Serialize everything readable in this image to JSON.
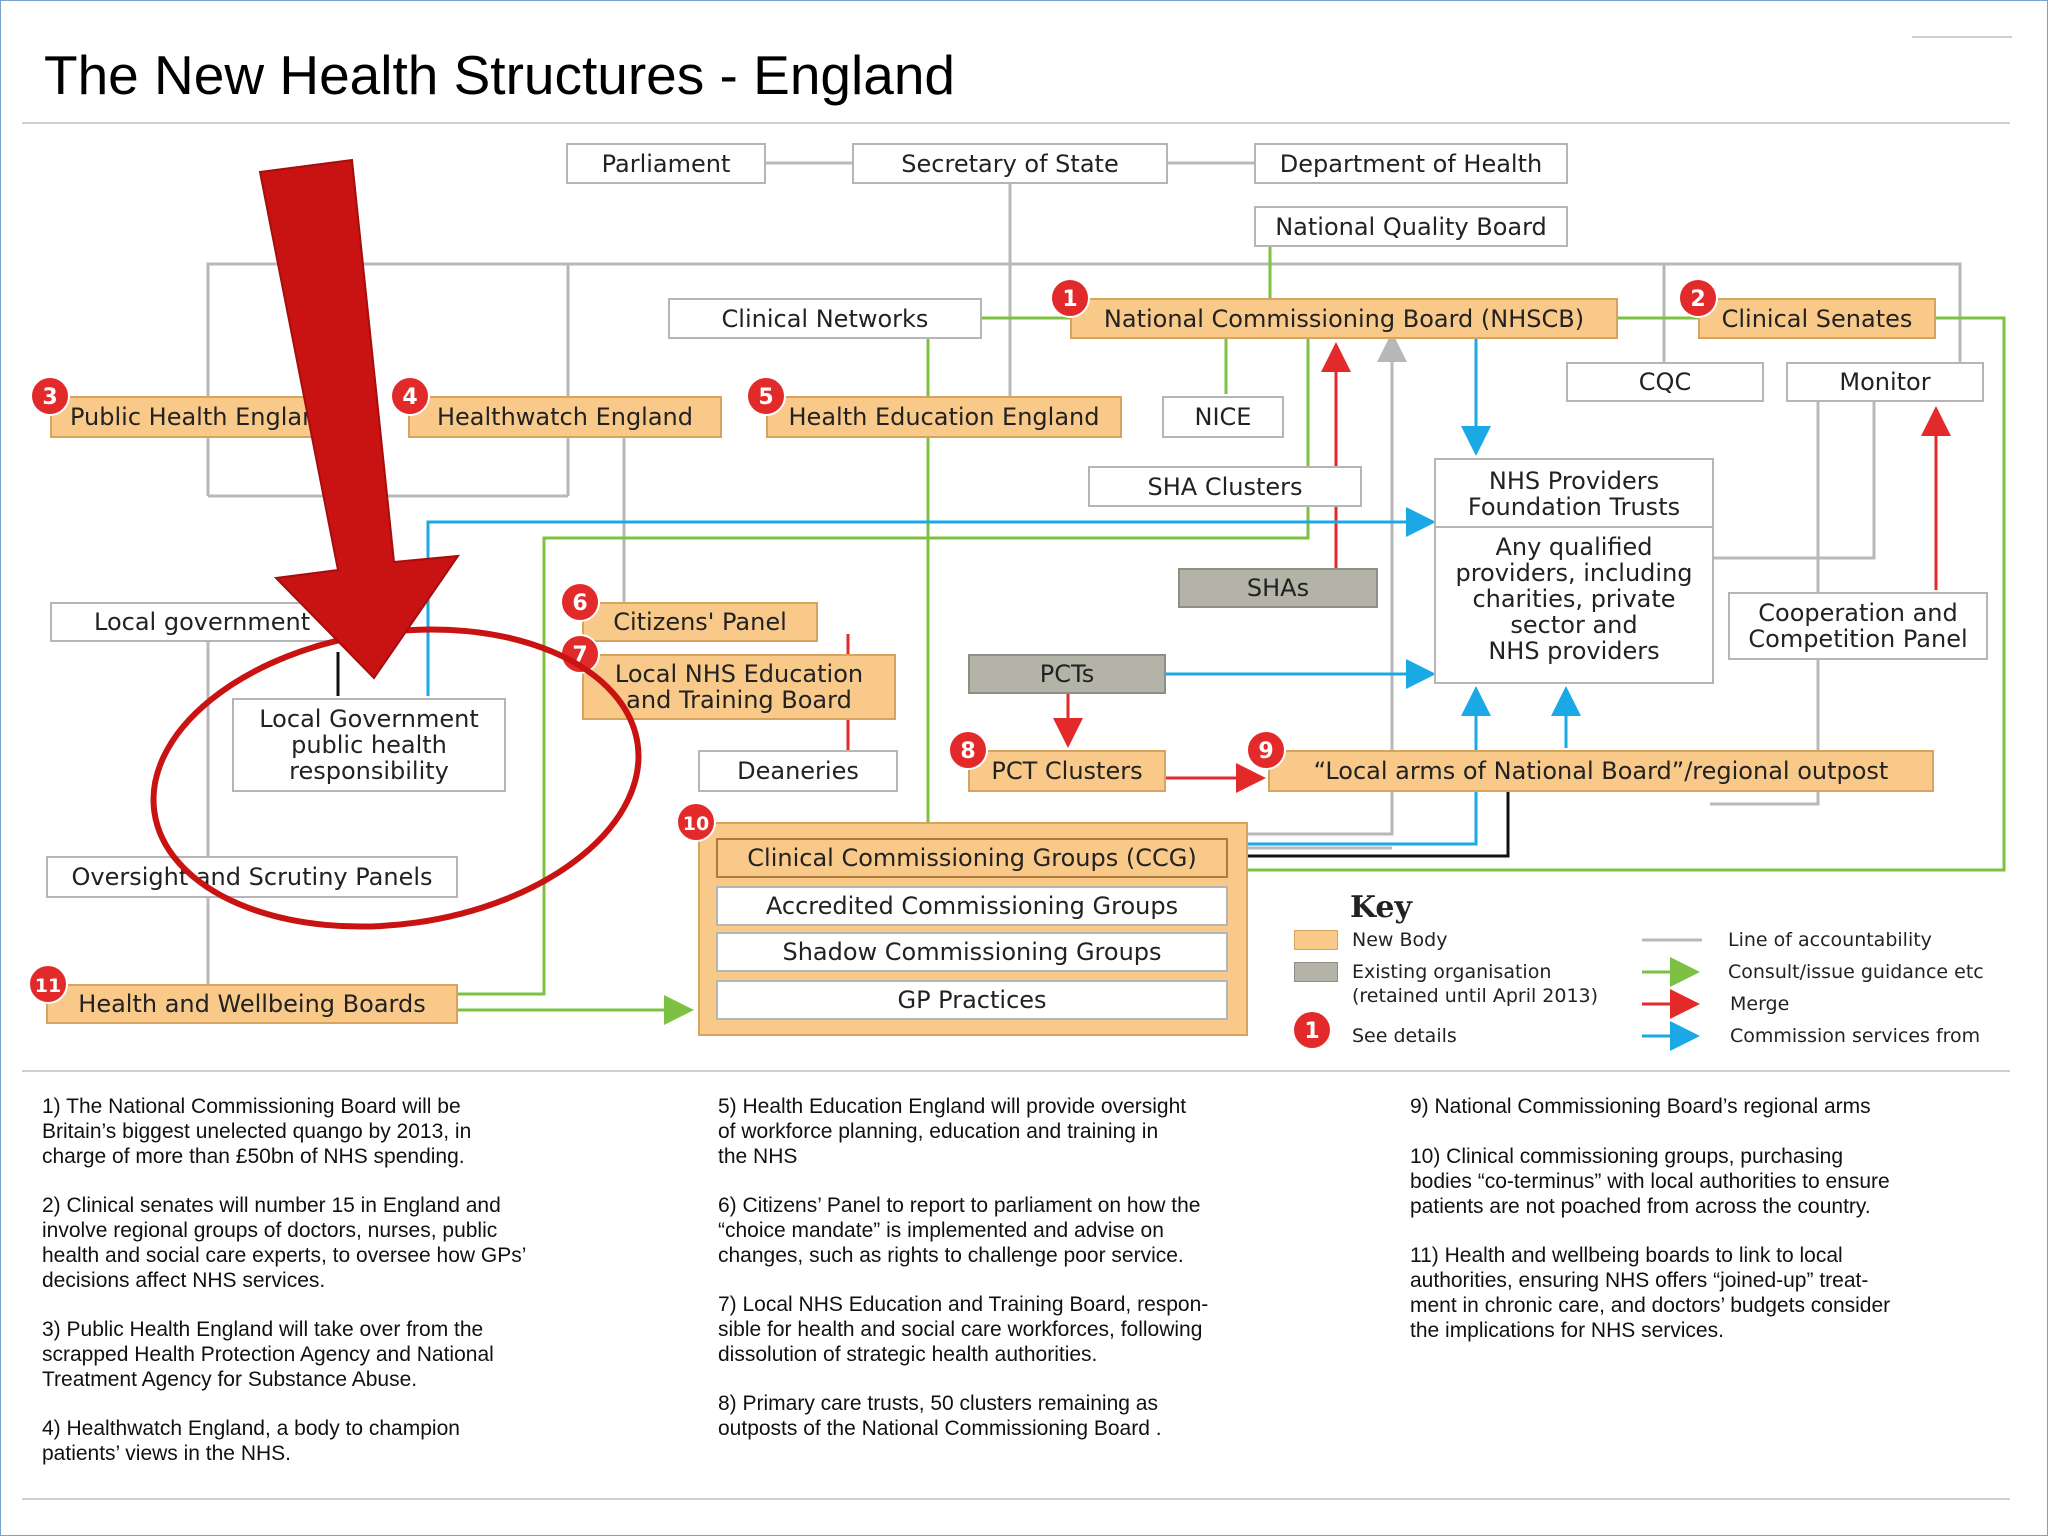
{
  "title": "The New Health Structures - England",
  "nodes": {
    "parliament": "Parliament",
    "secretary_of_state": "Secretary of State",
    "department_of_health": "Department of Health",
    "national_quality_board": "National Quality Board",
    "clinical_networks": "Clinical Networks",
    "nhscb": "National Commissioning Board (NHSCB)",
    "clinical_senates": "Clinical Senates",
    "public_health_england": "Public Health England",
    "healthwatch_england": "Healthwatch England",
    "health_education_england": "Health Education England",
    "nice": "NICE",
    "cqc": "CQC",
    "monitor": "Monitor",
    "sha_clusters": "SHA Clusters",
    "nhs_providers_top": "NHS Providers\nFoundation Trusts",
    "nhs_providers_bottom": "Any qualified\nproviders, including\ncharities, private\nsector and\nNHS providers",
    "shas": "SHAs",
    "local_government": "Local government",
    "local_gov_ph": "Local Government\npublic health\nresponsibility",
    "citizens_panel": "Citizens' Panel",
    "local_nhs_etb": "Local NHS Education\nand Training Board",
    "pcts": "PCTs",
    "cooperation_panel": "Cooperation and\nCompetition Panel",
    "deaneries": "Deaneries",
    "pct_clusters": "PCT Clusters",
    "local_arms": "“Local arms of National Board”/regional outpost",
    "oversight_panels": "Oversight and Scrutiny Panels",
    "ccg": "Clinical Commissioning Groups (CCG)",
    "accredited_cg": "Accredited Commissioning Groups",
    "shadow_cg": "Shadow Commissioning Groups",
    "gp_practices": "GP Practices",
    "health_wellbeing_boards": "Health and Wellbeing Boards"
  },
  "badges": [
    "1",
    "2",
    "3",
    "4",
    "5",
    "6",
    "7",
    "8",
    "9",
    "10",
    "11"
  ],
  "key": {
    "title": "Key",
    "new_body": "New Body",
    "existing_org": "Existing organisation\n(retained until April 2013)",
    "see_details_badge": "1",
    "see_details": "See details",
    "line_accountability": "Line of accountability",
    "consult": "Consult/issue guidance etc",
    "merge": "Merge",
    "commission": "Commission services from"
  },
  "notes": {
    "n1": "1) The National Commissioning Board will be\nBritain’s biggest unelected quango by 2013, in\ncharge of more than £50bn of NHS spending.",
    "n2": "2) Clinical senates will number 15 in England and\ninvolve regional groups of doctors, nurses, public\nhealth and social care experts, to oversee how GPs’\ndecisions affect NHS services.",
    "n3": "3) Public Health England will take over from the\nscrapped Health Protection Agency and National\nTreatment Agency for Substance Abuse.",
    "n4": "4) Healthwatch England, a body to champion\npatients’ views in the NHS.",
    "n5": "5) Health Education England will provide oversight\nof workforce planning, education and training in\nthe NHS",
    "n6": "6) Citizens’ Panel to report to parliament on how the\n“choice mandate” is implemented and advise on\nchanges, such as rights to challenge poor service.",
    "n7": "7) Local NHS Education and Training Board, respon-\nsible for health and social care workforces, following\ndissolution of strategic health authorities.",
    "n8": "8) Primary care trusts, 50 clusters remaining as\noutposts of the National Commissioning Board .",
    "n9": "9) National Commissioning Board’s regional arms",
    "n10": "10) Clinical commissioning groups, purchasing\nbodies “co-terminus” with local authorities to ensure\npatients are not poached from across the country.",
    "n11": "11) Health and wellbeing boards to link to local\nauthorities, ensuring NHS offers “joined-up” treat-\nment in chronic care, and doctors’ budgets consider\nthe implications for NHS services."
  },
  "colors": {
    "new_body": "#f9c98a",
    "existing": "#b3b3a8",
    "accountability": "#b8b8b8",
    "consult": "#7dc142",
    "merge": "#e32a2a",
    "commission": "#1ba9e6",
    "highlight_arrow": "#c91212"
  }
}
